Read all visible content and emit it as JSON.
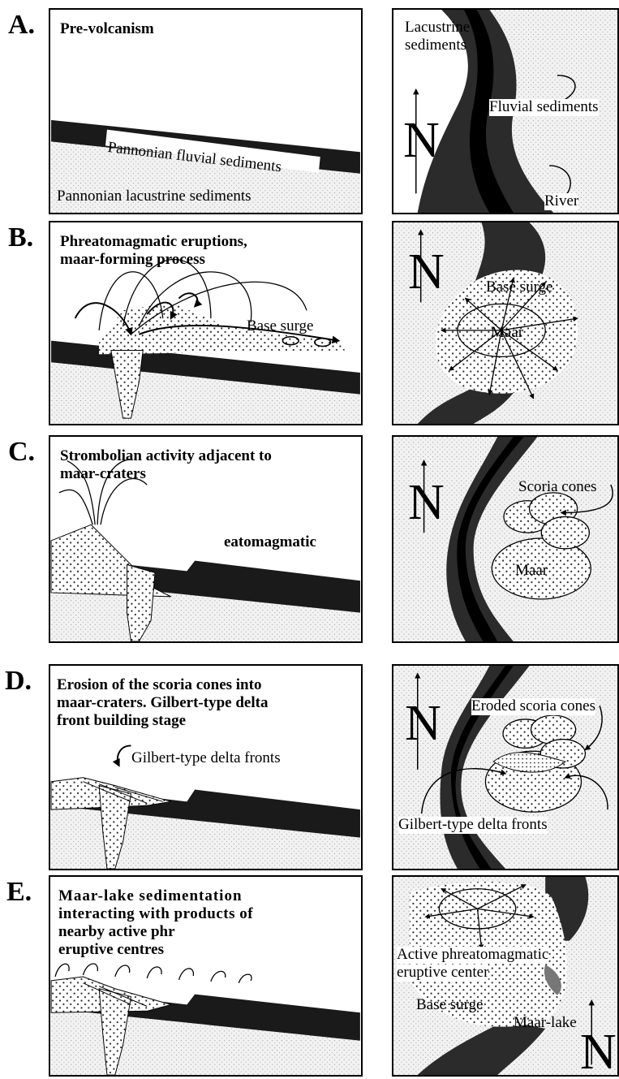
{
  "figure": {
    "panels": [
      {
        "letter": "A.",
        "left_title": "Pre-volcanism",
        "labels": {
          "fluvial_layer": "Pannonian fluvial sediments",
          "lacustrine_layer": "Pannonian lacustrine sediments",
          "map_lacustrine_1": "Lacustrine",
          "map_lacustrine_2": "sediments",
          "map_fluvial": "Fluvial sediments",
          "map_river": "River",
          "north": "N"
        }
      },
      {
        "letter": "B.",
        "left_title_1": "Phreatomagmatic eruptions,",
        "left_title_2": "maar-forming process",
        "labels": {
          "base_surge": "Base surge",
          "map_base_surge": "Base surge",
          "map_maar": "Maar",
          "north": "N"
        }
      },
      {
        "letter": "C.",
        "left_title_1": "Strombolian activity adjacent to",
        "left_title_2": "maar-craters",
        "labels": {
          "eatomagmatic": "eatomagmatic",
          "map_scoria": "Scoria cones",
          "map_maar": "Maar",
          "north": "N"
        }
      },
      {
        "letter": "D.",
        "left_title_1": "Erosion of the scoria cones into",
        "left_title_2": "maar-craters. Gilbert-type delta",
        "left_title_3": "front building stage",
        "labels": {
          "gilbert": "Gilbert-type delta fronts",
          "map_eroded": "Eroded scoria cones",
          "map_gilbert": "Gilbert-type delta fronts",
          "north": "N"
        }
      },
      {
        "letter": "E.",
        "left_title_1": "Maar-lake  sedimentation",
        "left_title_2": "interacting with products of",
        "left_title_3": "nearby active phr",
        "left_title_4": "eruptive centres",
        "labels": {
          "map_active_1": "Active phreatomagmatic",
          "map_active_2": "eruptive center",
          "map_base_surge": "Base surge",
          "map_maar_lake": "Maar-lake",
          "north": "N"
        }
      }
    ]
  }
}
